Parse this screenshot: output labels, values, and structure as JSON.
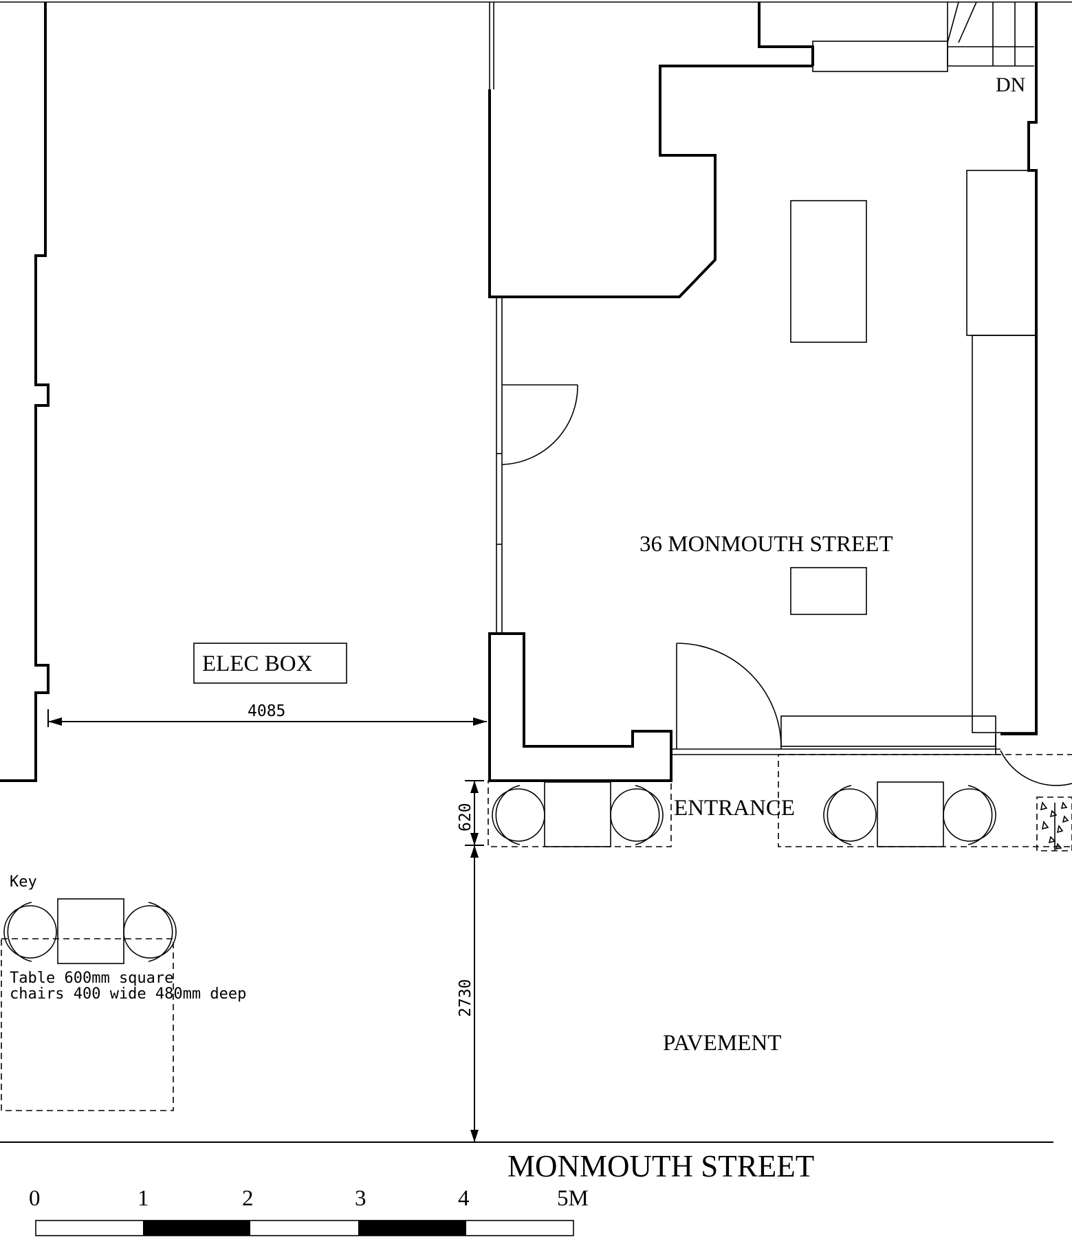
{
  "labels": {
    "dn": "DN",
    "building": "36 MONMOUTH STREET",
    "elec_box": "ELEC BOX",
    "entrance": "ENTRANCE",
    "pavement": "PAVEMENT",
    "street": "MONMOUTH STREET"
  },
  "dimensions": {
    "width_gap": "4085",
    "seating_depth": "620",
    "pavement_depth": "2730"
  },
  "key": {
    "title": "Key",
    "line1": "Table 600mm square",
    "line2": "chairs 400 wide 480mm deep"
  },
  "scale_bar": {
    "ticks": [
      "0",
      "1",
      "2",
      "3",
      "4",
      "5M"
    ]
  }
}
